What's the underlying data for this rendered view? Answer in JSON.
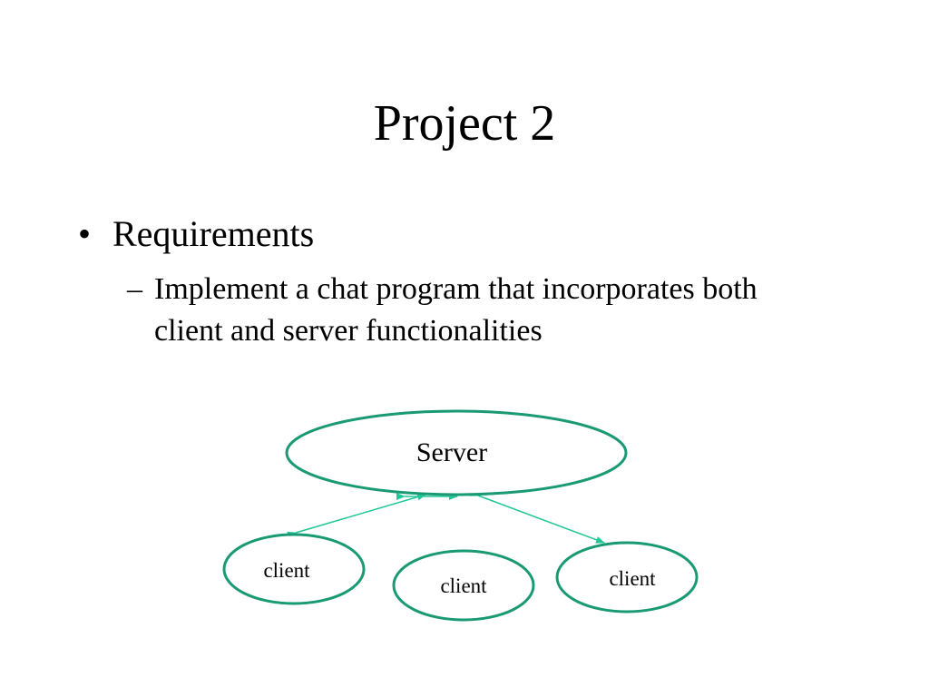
{
  "slide": {
    "title": "Project 2",
    "bullet": {
      "marker": "•",
      "text": "Requirements"
    },
    "sub_bullet": {
      "marker": "–",
      "text": "Implement a chat program that incorporates both client and server functionalities"
    }
  },
  "diagram": {
    "server": {
      "label": "Server"
    },
    "clients": [
      {
        "label": "client"
      },
      {
        "label": "client"
      },
      {
        "label": "client"
      }
    ],
    "colors": {
      "node_stroke": "#1a9a74",
      "arrow": "#22c79a"
    }
  }
}
